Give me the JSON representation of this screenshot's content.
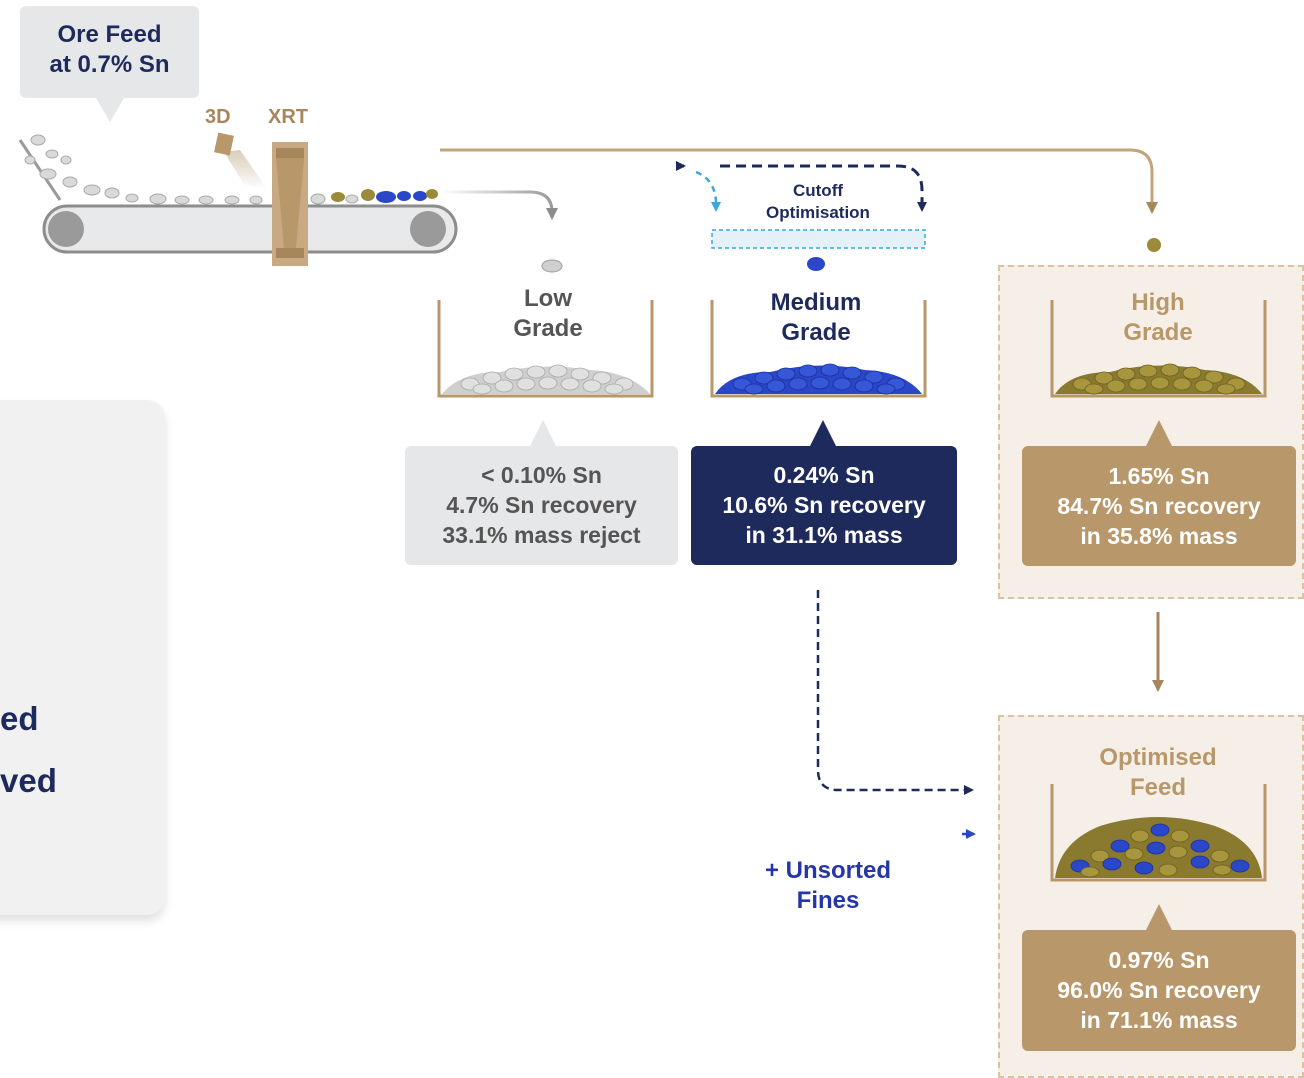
{
  "ore_feed": {
    "line1": "Ore Feed",
    "line2": "at 0.7% Sn"
  },
  "sensors": {
    "a": "3D",
    "b": "XRT"
  },
  "cutoff": {
    "line1": "Cutoff",
    "line2": "Optimisation"
  },
  "bins": {
    "low": {
      "line1": "Low",
      "line2": "Grade",
      "stats": [
        "< 0.10% Sn",
        "4.7% Sn recovery",
        "33.1% mass reject"
      ]
    },
    "medium": {
      "line1": "Medium",
      "line2": "Grade",
      "stats": [
        "0.24% Sn",
        "10.6% Sn recovery",
        "in 31.1% mass"
      ]
    },
    "high": {
      "line1": "High",
      "line2": "Grade",
      "stats": [
        "1.65% Sn",
        "84.7% Sn recovery",
        "in 35.8% mass"
      ]
    },
    "optimised": {
      "line1": "Optimised",
      "line2": "Feed",
      "stats": [
        "0.97% Sn",
        "96.0% Sn recovery",
        "in 71.1% mass"
      ]
    }
  },
  "fines": {
    "line1": "+ Unsorted",
    "line2": "Fines"
  },
  "side_panel": {
    "line1": "ed",
    "line2": "ved"
  },
  "colors": {
    "navy": "#1f2a5c",
    "gold": "#b8976a",
    "grey": "#e6e7e9",
    "blue": "#2b47c9",
    "ore_gold": "#9a8a3a",
    "beige": "#f5efe7"
  }
}
